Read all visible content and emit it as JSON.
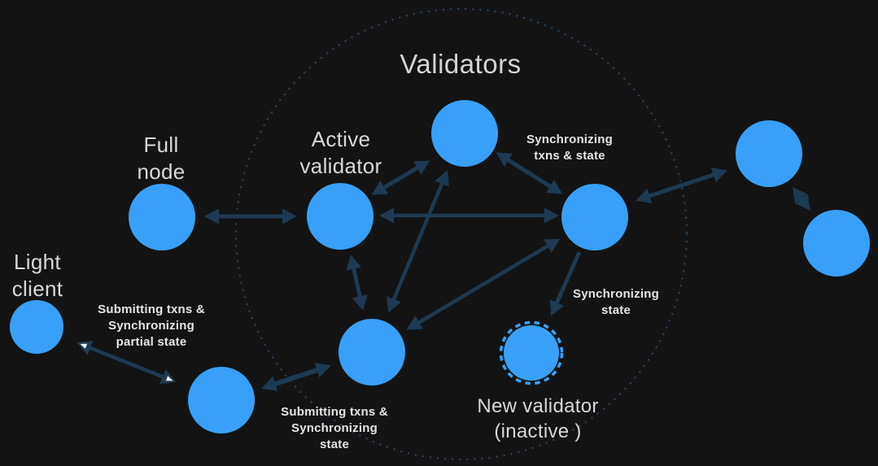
{
  "title": "Validators",
  "colors": {
    "background": "#131313",
    "node_fill": "#38a0f8",
    "arrow": "#1d3a52",
    "group_boundary_dots": "#20405d",
    "label_text": "#d8d8d8",
    "small_label_text": "#e5e5e5",
    "light_client_arrowhead_inner": "#ffffff"
  },
  "group": {
    "name": "Validators",
    "boundary_style": "dotted-circle"
  },
  "nodes": {
    "full_node": {
      "label": "Full\nnode",
      "inside_validators_group": false
    },
    "light_client": {
      "label": "Light\nclient",
      "inside_validators_group": false
    },
    "peer_node": {
      "label": "",
      "inside_validators_group": false
    },
    "active_validator": {
      "label": "Active\nvalidator",
      "inside_validators_group": true
    },
    "validator_top": {
      "label": "",
      "inside_validators_group": true
    },
    "validator_right": {
      "label": "",
      "inside_validators_group": true
    },
    "validator_bottom": {
      "label": "",
      "inside_validators_group": true
    },
    "new_validator": {
      "label": "New validator\n(inactive )",
      "border": "dashed",
      "inside_validators_group": true
    },
    "outer_node_top": {
      "label": "",
      "inside_validators_group": false
    },
    "outer_node_bottom": {
      "label": "",
      "inside_validators_group": false
    }
  },
  "edges": [
    {
      "from": "full_node",
      "to": "active_validator",
      "direction": "bidirectional",
      "label": ""
    },
    {
      "from": "active_validator",
      "to": "validator_top",
      "direction": "bidirectional",
      "label": ""
    },
    {
      "from": "validator_top",
      "to": "validator_right",
      "direction": "bidirectional",
      "label": "Synchronizing\ntxns & state"
    },
    {
      "from": "active_validator",
      "to": "validator_right",
      "direction": "bidirectional",
      "label": ""
    },
    {
      "from": "active_validator",
      "to": "validator_bottom",
      "direction": "bidirectional",
      "label": ""
    },
    {
      "from": "validator_top",
      "to": "validator_bottom",
      "direction": "bidirectional",
      "label": ""
    },
    {
      "from": "validator_bottom",
      "to": "validator_right",
      "direction": "bidirectional",
      "label": ""
    },
    {
      "from": "validator_right",
      "to": "new_validator",
      "direction": "one-way",
      "label": "Synchronizing\nstate"
    },
    {
      "from": "validator_right",
      "to": "outer_node_top",
      "direction": "bidirectional",
      "label": ""
    },
    {
      "from": "outer_node_top",
      "to": "outer_node_bottom",
      "direction": "bidirectional",
      "label": ""
    },
    {
      "from": "light_client",
      "to": "peer_node",
      "direction": "bidirectional",
      "label": "Submitting txns &\nSynchronizing\npartial state",
      "arrowhead_style": "white-inner"
    },
    {
      "from": "peer_node",
      "to": "validator_bottom",
      "direction": "bidirectional",
      "label": "Submitting txns &\nSynchronizing\nstate"
    }
  ]
}
